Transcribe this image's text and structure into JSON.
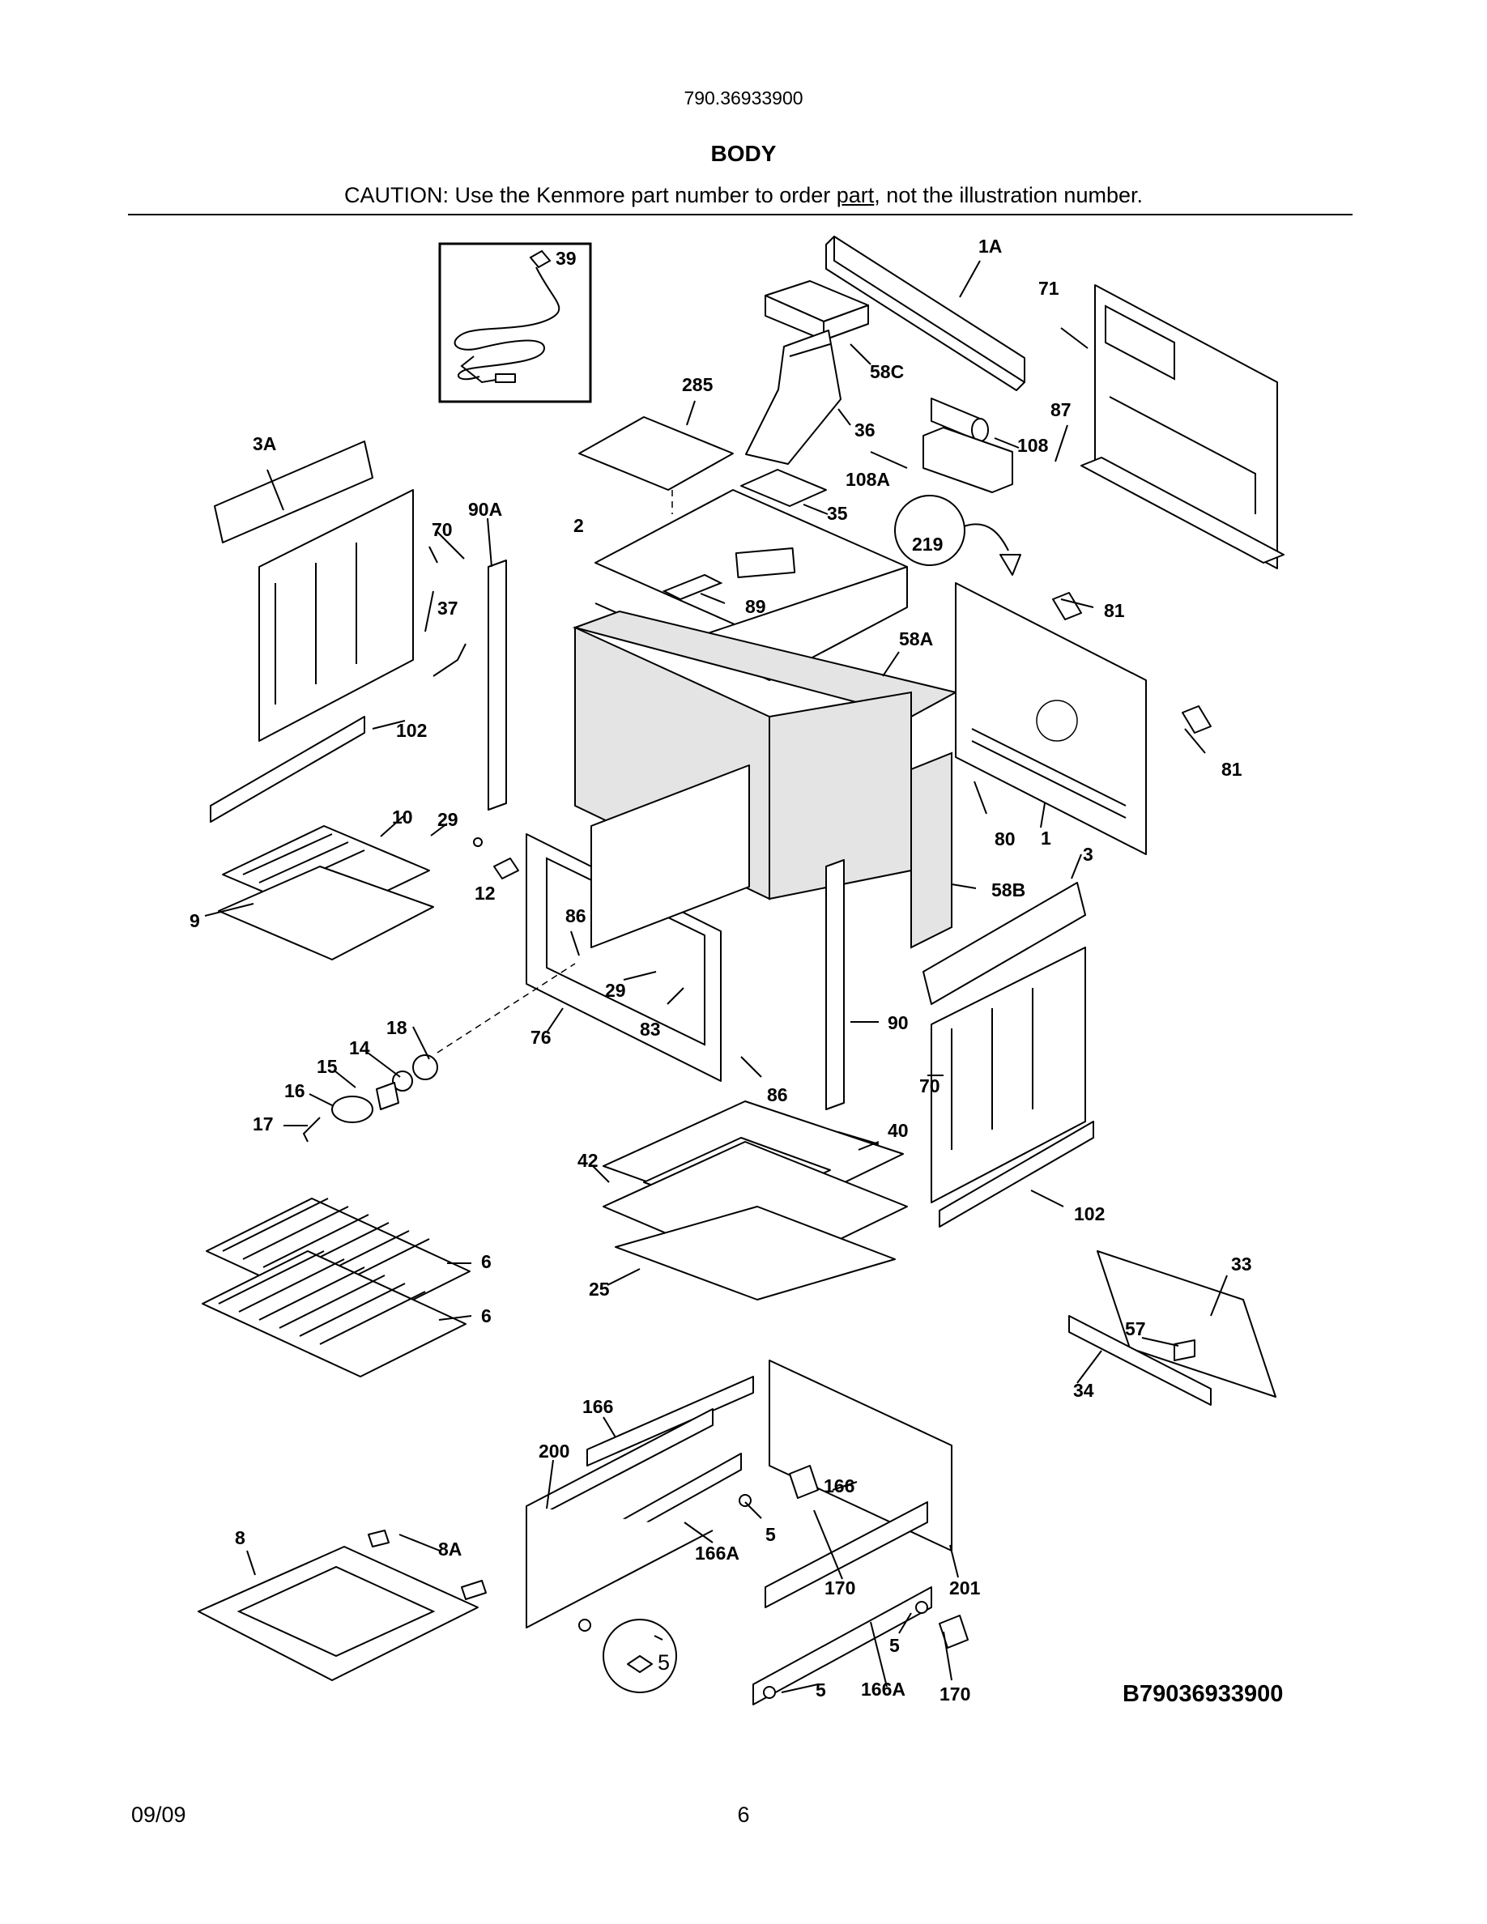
{
  "header": {
    "model_number": "790.36933900",
    "section_title": "BODY",
    "caution_prefix": "CAUTION: Use the Kenmore part number to order ",
    "caution_underlined": "part",
    "caution_suffix": ", not the illustration number."
  },
  "diagram": {
    "reference_code": "B79036933900",
    "callouts": [
      "39",
      "1A",
      "71",
      "58C",
      "285",
      "36",
      "87",
      "108",
      "108A",
      "3A",
      "90A",
      "2",
      "35",
      "219",
      "70",
      "37",
      "89",
      "81",
      "58A",
      "102",
      "10",
      "29",
      "12",
      "81",
      "80",
      "1",
      "3",
      "58B",
      "9",
      "86",
      "29",
      "83",
      "18",
      "14",
      "15",
      "16",
      "76",
      "90",
      "86",
      "17",
      "70",
      "40",
      "42",
      "102",
      "6",
      "25",
      "6",
      "33",
      "57",
      "34",
      "166",
      "200",
      "166",
      "8",
      "8A",
      "166A",
      "5",
      "201",
      "170",
      "5",
      "5",
      "166A",
      "170",
      "5"
    ]
  },
  "footer": {
    "date": "09/09",
    "page_number": "6"
  }
}
